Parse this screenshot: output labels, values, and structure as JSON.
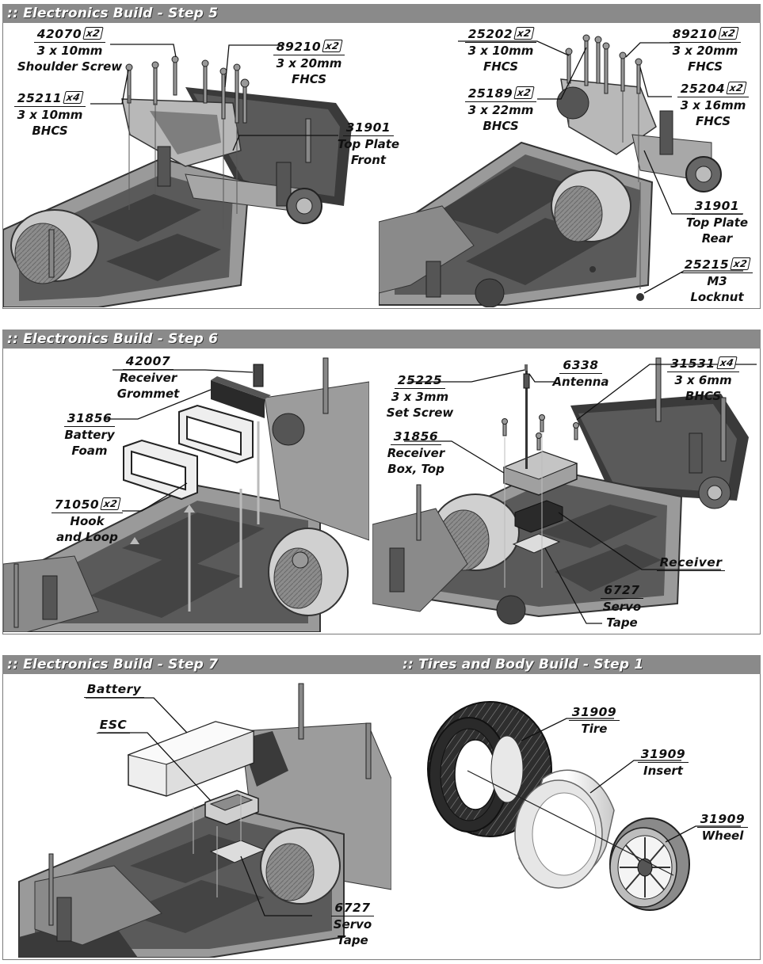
{
  "sections": {
    "step5": {
      "header": ":: Electronics Build - Step 5",
      "callouts": {
        "c42070": {
          "part": "42070",
          "qty": "x2",
          "lines": [
            "3 x 10mm",
            "Shoulder Screw"
          ]
        },
        "c25211": {
          "part": "25211",
          "qty": "x4",
          "lines": [
            "3 x 10mm",
            "BHCS"
          ]
        },
        "c89210a": {
          "part": "89210",
          "qty": "x2",
          "lines": [
            "3 x 20mm",
            "FHCS"
          ]
        },
        "c31901a": {
          "part": "31901",
          "qty": "",
          "lines": [
            "Top Plate",
            "Front"
          ]
        },
        "c25202": {
          "part": "25202",
          "qty": "x2",
          "lines": [
            "3 x 10mm",
            "FHCS"
          ]
        },
        "c25189": {
          "part": "25189",
          "qty": "x2",
          "lines": [
            "3 x 22mm",
            "BHCS"
          ]
        },
        "c89210b": {
          "part": "89210",
          "qty": "x2",
          "lines": [
            "3 x 20mm",
            "FHCS"
          ]
        },
        "c25204": {
          "part": "25204",
          "qty": "x2",
          "lines": [
            "3 x 16mm",
            "FHCS"
          ]
        },
        "c31901b": {
          "part": "31901",
          "qty": "",
          "lines": [
            "Top Plate",
            "Rear"
          ]
        },
        "c25215": {
          "part": "25215",
          "qty": "x2",
          "lines": [
            "M3",
            "Locknut"
          ]
        }
      }
    },
    "step6": {
      "header": ":: Electronics Build - Step 6",
      "callouts": {
        "c42007": {
          "part": "42007",
          "qty": "",
          "lines": [
            "Receiver",
            "Grommet"
          ]
        },
        "c31856a": {
          "part": "31856",
          "qty": "",
          "lines": [
            "Battery",
            "Foam"
          ]
        },
        "c71050": {
          "part": "71050",
          "qty": "x2",
          "lines": [
            "Hook",
            "and Loop"
          ]
        },
        "c25225": {
          "part": "25225",
          "qty": "",
          "lines": [
            "3 x 3mm",
            "Set Screw"
          ]
        },
        "c6338": {
          "part": "6338",
          "qty": "",
          "lines": [
            "Antenna"
          ]
        },
        "c31531": {
          "part": "31531",
          "qty": "x4",
          "lines": [
            "3 x 6mm",
            "BHCS"
          ]
        },
        "c31856b": {
          "part": "31856",
          "qty": "",
          "lines": [
            "Receiver",
            "Box, Top"
          ]
        },
        "cReceiver": {
          "part": "",
          "qty": "",
          "lines": [
            "Receiver"
          ]
        },
        "c6727a": {
          "part": "6727",
          "qty": "",
          "lines": [
            "Servo",
            "Tape"
          ]
        }
      }
    },
    "step7": {
      "header": ":: Electronics Build - Step 7",
      "callouts": {
        "cBattery": {
          "part": "",
          "qty": "",
          "lines": [
            "Battery"
          ]
        },
        "cESC": {
          "part": "",
          "qty": "",
          "lines": [
            "ESC"
          ]
        },
        "c6727b": {
          "part": "6727",
          "qty": "",
          "lines": [
            "Servo",
            "Tape"
          ]
        }
      }
    },
    "tires1": {
      "header": ":: Tires and Body Build - Step 1",
      "callouts": {
        "cTire": {
          "part": "31909",
          "qty": "",
          "lines": [
            "Tire"
          ]
        },
        "cInsert": {
          "part": "31909",
          "qty": "",
          "lines": [
            "Insert"
          ]
        },
        "cWheel": {
          "part": "31909",
          "qty": "",
          "lines": [
            "Wheel"
          ]
        }
      }
    }
  },
  "colors": {
    "header_bg": "#8a8a8a",
    "frame": "#7a7a7a",
    "chassis_dark": "#4a4a4a",
    "chassis_mid": "#8c8c8c",
    "chassis_light": "#c8c8c8"
  }
}
